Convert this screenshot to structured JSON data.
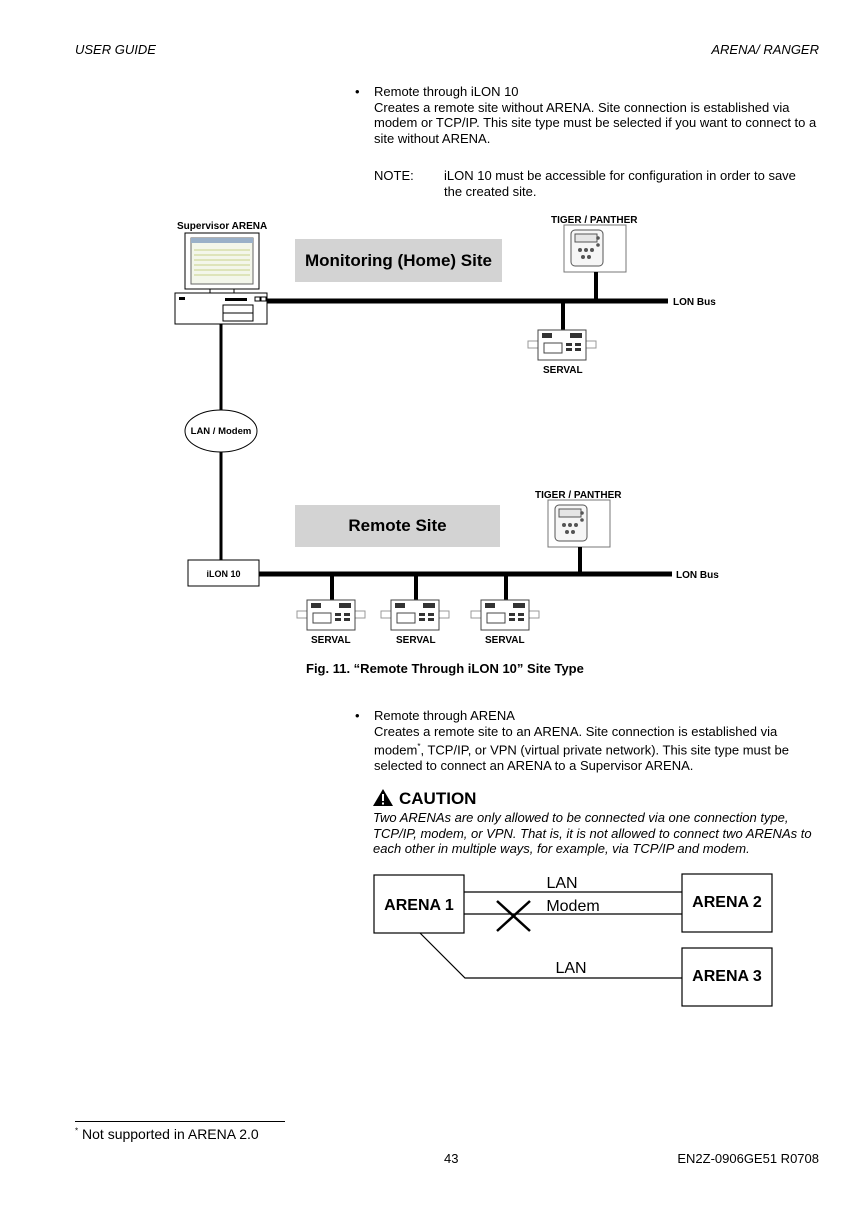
{
  "header": {
    "left": "USER GUIDE",
    "right": "ARENA/ RANGER"
  },
  "section1": {
    "bullet": "•",
    "title": "Remote through iLON 10",
    "text": "Creates a remote site without ARENA. Site connection is established via modem or TCP/IP. This site type must be selected if you want to connect to a site without ARENA.",
    "note_label": "NOTE:",
    "note_text": "iLON 10 must be accessible for configuration in order to save the created site."
  },
  "figure": {
    "supervisor_label": "Supervisor ARENA",
    "home_site_label": "Monitoring (Home) Site",
    "tiger_label_1": "TIGER / PANTHER",
    "lon_bus_1": "LON Bus",
    "serval_home": "SERVAL",
    "lan_modem": "LAN / Modem",
    "tiger_label_2": "TIGER / PANTHER",
    "remote_site_label": "Remote Site",
    "ilon_label": "iLON 10",
    "lon_bus_2": "LON Bus",
    "serval_1": "SERVAL",
    "serval_2": "SERVAL",
    "serval_3": "SERVAL",
    "caption": "Fig. 11.  “Remote Through iLON 10” Site Type"
  },
  "section2": {
    "bullet": "•",
    "title": "Remote through ARENA",
    "line1": "Creates a remote site to an ARENA. Site connection is established via",
    "line2_a": "modem",
    "line2_sup": "*",
    "line2_b": ", TCP/IP, or VPN (virtual private network). This site type must be",
    "line3": "selected to connect an ARENA to a Supervisor ARENA."
  },
  "caution": {
    "title": "CAUTION",
    "text": "Two ARENAs are only allowed to be connected via one connection type, TCP/IP, modem, or VPN. That is, it is not allowed to connect two ARENAs to each other in multiple ways, for example, via TCP/IP and  modem."
  },
  "arena_diagram": {
    "arena1": "ARENA 1",
    "arena2": "ARENA 2",
    "arena3": "ARENA 3",
    "lan_top": "LAN",
    "modem": "Modem",
    "lan_bottom": "LAN"
  },
  "footnote": {
    "marker": "*",
    "text": "Not supported in ARENA 2.0"
  },
  "footer": {
    "page_number": "43",
    "doc_id": "EN2Z-0906GE51 R0708"
  }
}
